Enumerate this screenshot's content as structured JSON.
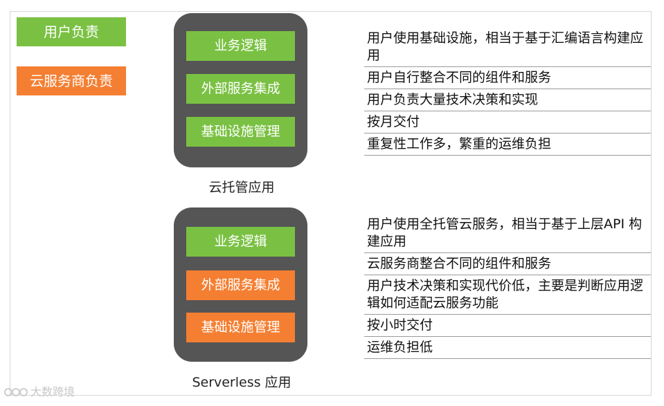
{
  "legend": {
    "user": "用户负责",
    "vendor": "云服务商负责"
  },
  "colors": {
    "user": "#7ac143",
    "vendor": "#f47f32",
    "stack_bg": "#555555"
  },
  "models": [
    {
      "caption": "云托管应用",
      "layers": [
        {
          "label": "业务逻辑",
          "owner": "user"
        },
        {
          "label": "外部服务集成",
          "owner": "user"
        },
        {
          "label": "基础设施管理",
          "owner": "user"
        }
      ],
      "descriptions": [
        "用户使用基础设施，相当于基于汇编语言构建应用",
        "用户自行整合不同的组件和服务",
        "用户负责大量技术决策和实现",
        "按月交付",
        "重复性工作多，繁重的运维负担"
      ]
    },
    {
      "caption": "Serverless 应用",
      "layers": [
        {
          "label": "业务逻辑",
          "owner": "user"
        },
        {
          "label": "外部服务集成",
          "owner": "vendor"
        },
        {
          "label": "基础设施管理",
          "owner": "vendor"
        }
      ],
      "descriptions": [
        "用户使用全托管云服务，相当于基于上层API 构建应用",
        "云服务商整合不同的组件和服务",
        "用户技术决策和实现代价低，主要是判断应用逻辑如何适配云服务功能",
        "按小时交付",
        "运维负担低"
      ]
    }
  ],
  "watermark": "大数跨境"
}
